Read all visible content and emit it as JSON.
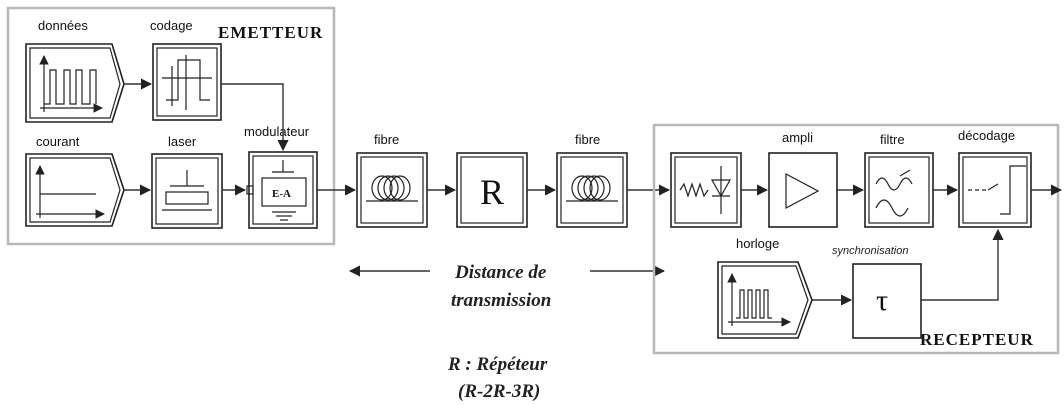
{
  "emitter": {
    "title": "EMETTEUR",
    "donnees": "données",
    "codage": "codage",
    "courant": "courant",
    "laser": "laser",
    "modulateur": "modulateur",
    "ea": "E-A"
  },
  "link": {
    "fibre1": "fibre",
    "repeater_symbol": "R",
    "fibre2": "fibre",
    "distance_line1": "Distance de",
    "distance_line2": "transmission",
    "legend_line1": "R : Répéteur",
    "legend_line2": "(R-2R-3R)"
  },
  "receiver": {
    "title": "RECEPTEUR",
    "ampli": "ampli",
    "filtre": "filtre",
    "decodage": "décodage",
    "horloge": "horloge",
    "synchronisation": "synchronisation",
    "tau": "τ"
  },
  "colors": {
    "frame": "#b8b8b8",
    "stroke": "#222222",
    "background": "#ffffff"
  }
}
